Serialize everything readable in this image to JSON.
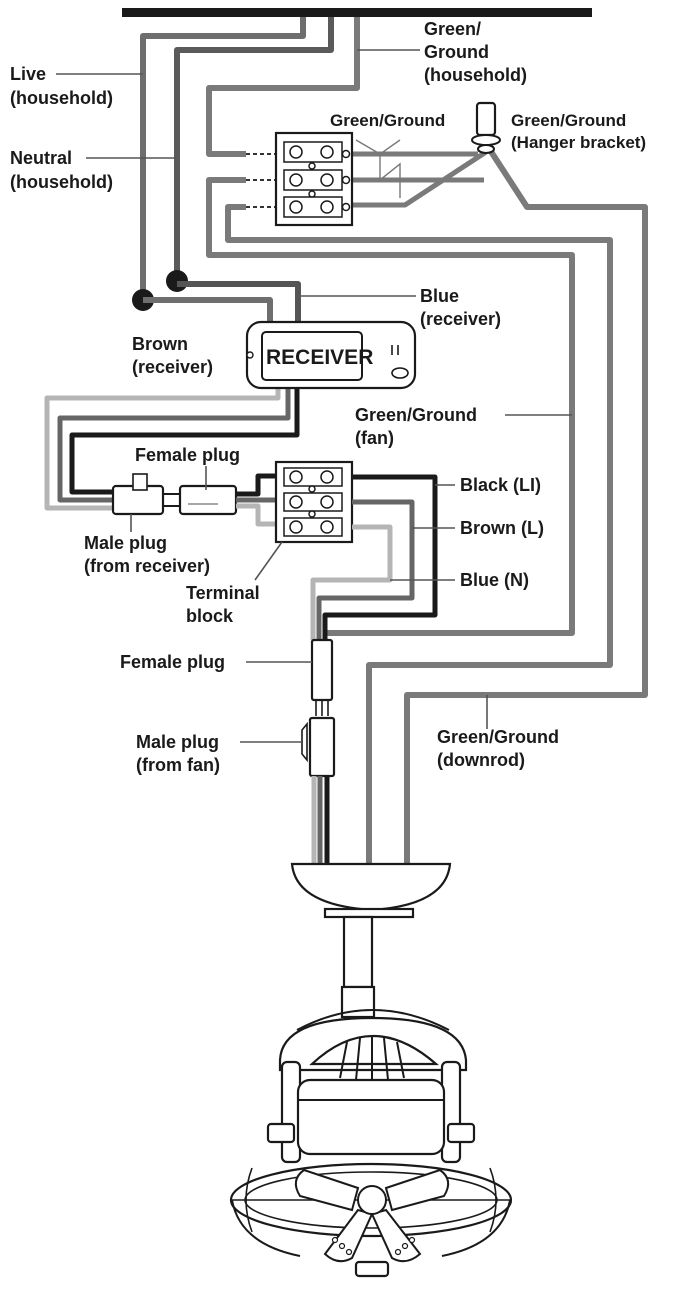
{
  "receiver_box": {
    "text": "RECEIVER"
  },
  "labels": {
    "live": [
      "Live",
      "(household)"
    ],
    "neutral": [
      "Neutral",
      "(household)"
    ],
    "green_ground_household": [
      "Green/",
      "Ground",
      "(household)"
    ],
    "green_ground_top": [
      "Green/Ground"
    ],
    "green_ground_hanger": [
      "Green/Ground",
      "(Hanger bracket)"
    ],
    "blue_receiver": [
      "Blue",
      "(receiver)"
    ],
    "brown_receiver": [
      "Brown",
      "(receiver)"
    ],
    "green_ground_fan": [
      "Green/Ground",
      "(fan)"
    ],
    "female_plug_upper": [
      "Female plug"
    ],
    "male_plug_receiver": [
      "Male plug",
      "(from receiver)"
    ],
    "black_li": [
      "Black (LI)"
    ],
    "brown_l": [
      "Brown (L)"
    ],
    "blue_n": [
      "Blue (N)"
    ],
    "terminal_block": [
      "Terminal",
      "block"
    ],
    "female_plug_lower": [
      "Female plug"
    ],
    "male_plug_fan": [
      "Male plug",
      "(from fan)"
    ],
    "green_ground_downrod": [
      "Green/Ground",
      "(downrod)"
    ]
  },
  "colors": {
    "black_wire": "#1a1a1a",
    "dark_grey_wire": "#5a5a5a",
    "mid_grey_wire": "#7a7a7a",
    "light_grey_wire": "#b5b5b5"
  }
}
